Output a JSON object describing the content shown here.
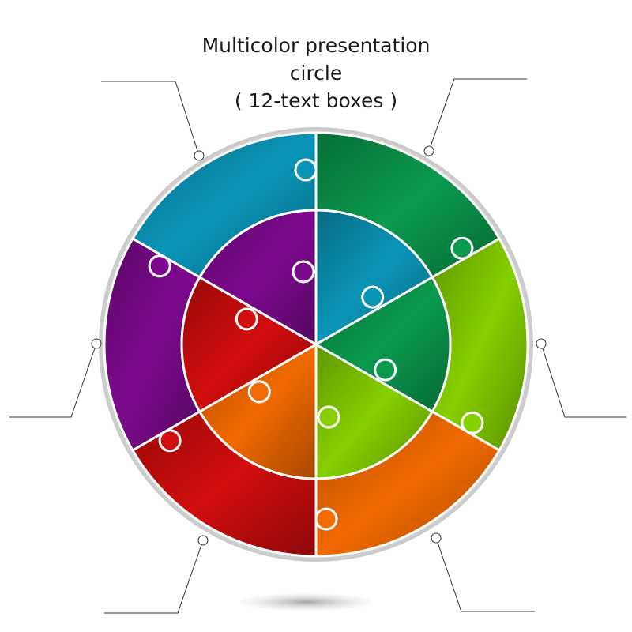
{
  "title": {
    "line1": "Multicolor presentation",
    "line2": "circle",
    "line3": "( 12-text boxes )"
  },
  "colors": {
    "blue": "#0a95b8",
    "green": "#0a9a4e",
    "lime": "#86d000",
    "orange": "#f26a00",
    "red": "#d10d0d",
    "purple": "#7d0a8e",
    "rim": "#d9d9d9",
    "leader": "#333333"
  },
  "outer_ring": [
    {
      "name": "outer-piece-top-right",
      "color": "green"
    },
    {
      "name": "outer-piece-right",
      "color": "lime"
    },
    {
      "name": "outer-piece-bottom-right",
      "color": "orange"
    },
    {
      "name": "outer-piece-bottom-left",
      "color": "red"
    },
    {
      "name": "outer-piece-left",
      "color": "purple"
    },
    {
      "name": "outer-piece-top-left",
      "color": "blue"
    }
  ],
  "inner_ring": [
    {
      "name": "inner-piece-top-right",
      "color": "blue"
    },
    {
      "name": "inner-piece-right",
      "color": "green"
    },
    {
      "name": "inner-piece-bottom-right",
      "color": "lime"
    },
    {
      "name": "inner-piece-bottom-left",
      "color": "orange"
    },
    {
      "name": "inner-piece-left",
      "color": "red"
    },
    {
      "name": "inner-piece-top-left",
      "color": "purple"
    }
  ]
}
